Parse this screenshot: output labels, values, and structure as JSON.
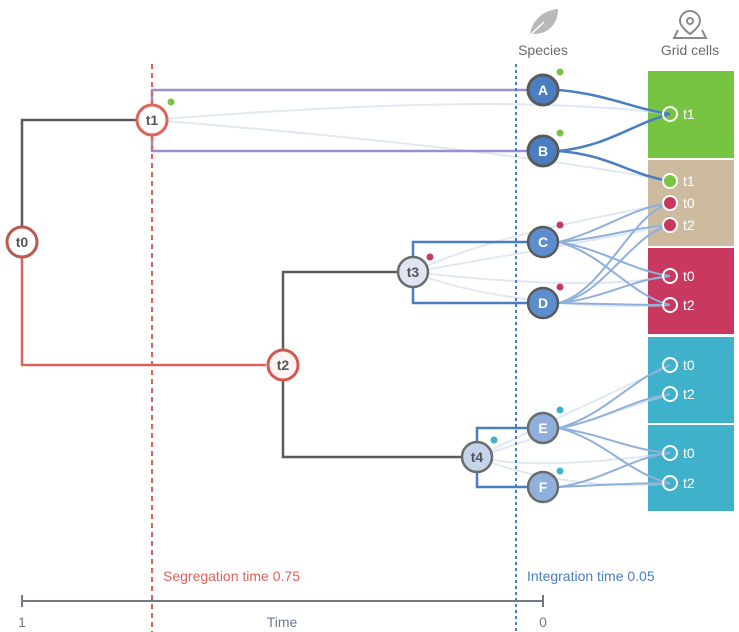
{
  "headers": {
    "species": "Species",
    "grid_cells": "Grid cells",
    "species_icon": "leaf-icon",
    "grid_icon": "map-pin-icon"
  },
  "nodes": {
    "t0": "t0",
    "t1": "t1",
    "t2": "t2",
    "t3": "t3",
    "t4": "t4"
  },
  "species": [
    "A",
    "B",
    "C",
    "D",
    "E",
    "F"
  ],
  "grid_cells": [
    {
      "color": "#76c442",
      "labels": [
        "t1"
      ]
    },
    {
      "color": "#cdbba0",
      "labels": [
        "t1",
        "t0",
        "t2"
      ]
    },
    {
      "color": "#c9385e",
      "labels": [
        "t0",
        "t2"
      ]
    },
    {
      "color": "#3fb1cb",
      "labels": [
        "t0",
        "t2"
      ]
    },
    {
      "color": "#3fb1cb",
      "labels": [
        "t0",
        "t2"
      ]
    }
  ],
  "segregation": {
    "label": "Segregation time 0.75",
    "value": 0.75,
    "color": "#e06158"
  },
  "integration": {
    "label": "Integration time 0.05",
    "value": 0.05,
    "color": "#4a7ec2"
  },
  "time_axis": {
    "label": "Time",
    "start": "1",
    "end": "0"
  },
  "colors": {
    "green": "#76c442",
    "magenta": "#c9385e",
    "cyan": "#3fb1cb",
    "purple": "#9a90cf",
    "red": "#e06158",
    "blue": "#4a7ec2",
    "dark": "#5a5a5a",
    "axis": "#6e7a8a"
  }
}
